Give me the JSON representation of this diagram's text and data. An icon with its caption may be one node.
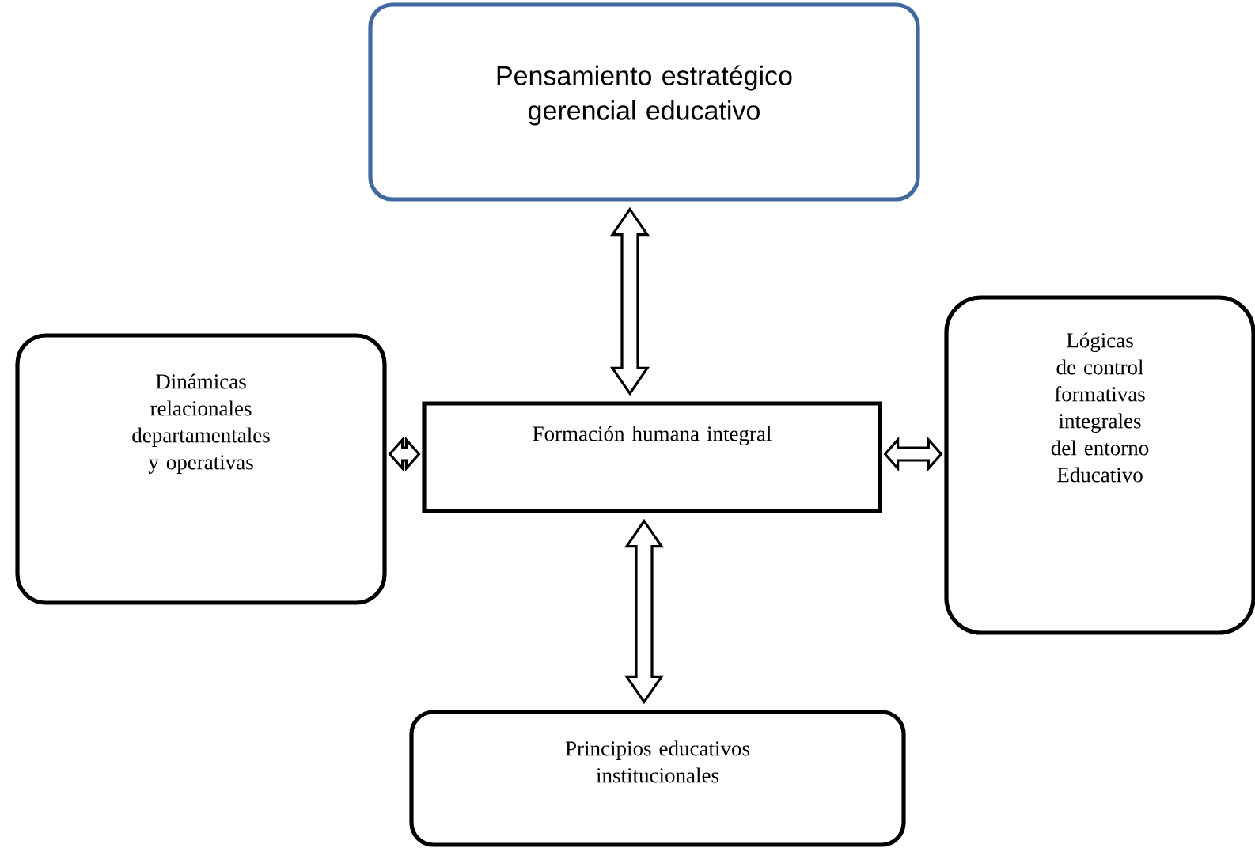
{
  "diagram": {
    "nodes": [
      {
        "text": [
          "Pensamiento estratégico gerencial educativo"
        ]
      },
      {
        "text": [
          "Formación humana integral"
        ]
      },
      {
        "text": [
          "Dinámicas relacionales departamentales y operativas"
        ]
      },
      {
        "text": [
          "Lógicas de control formativas integrales del entorno Educativo"
        ]
      },
      {
        "text": [
          "Principios educativos institucionales"
        ]
      }
    ],
    "edges": [
      {
        "from": 0,
        "to": 1,
        "arrow": "both"
      },
      {
        "from": 2,
        "to": 1,
        "arrow": "both"
      },
      {
        "from": 1,
        "to": 3,
        "arrow": "both"
      },
      {
        "from": 1,
        "to": 4,
        "arrow": "both"
      }
    ]
  }
}
